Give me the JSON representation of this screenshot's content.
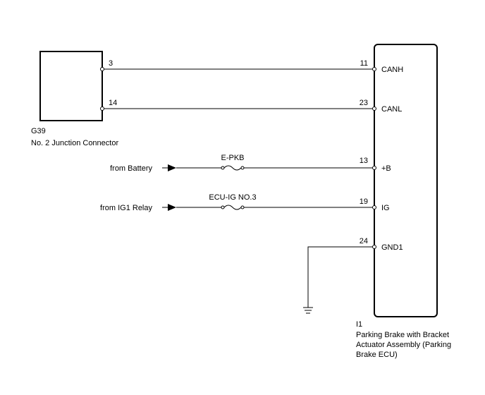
{
  "junction": {
    "code": "G39",
    "name": "No. 2 Junction Connector",
    "pins": [
      "3",
      "14"
    ]
  },
  "ecu": {
    "code": "I1",
    "name_lines": [
      "Parking Brake with Bracket",
      "Actuator Assembly (Parking",
      "Brake ECU)"
    ],
    "pins": [
      {
        "num": "11",
        "name": "CANH"
      },
      {
        "num": "23",
        "name": "CANL"
      },
      {
        "num": "13",
        "name": "+B"
      },
      {
        "num": "19",
        "name": "IG"
      },
      {
        "num": "24",
        "name": "GND1"
      }
    ]
  },
  "sources": {
    "battery": "from Battery",
    "ig1": "from IG1 Relay"
  },
  "fuses": {
    "battery": "E-PKB",
    "ig1": "ECU-IG NO.3"
  }
}
